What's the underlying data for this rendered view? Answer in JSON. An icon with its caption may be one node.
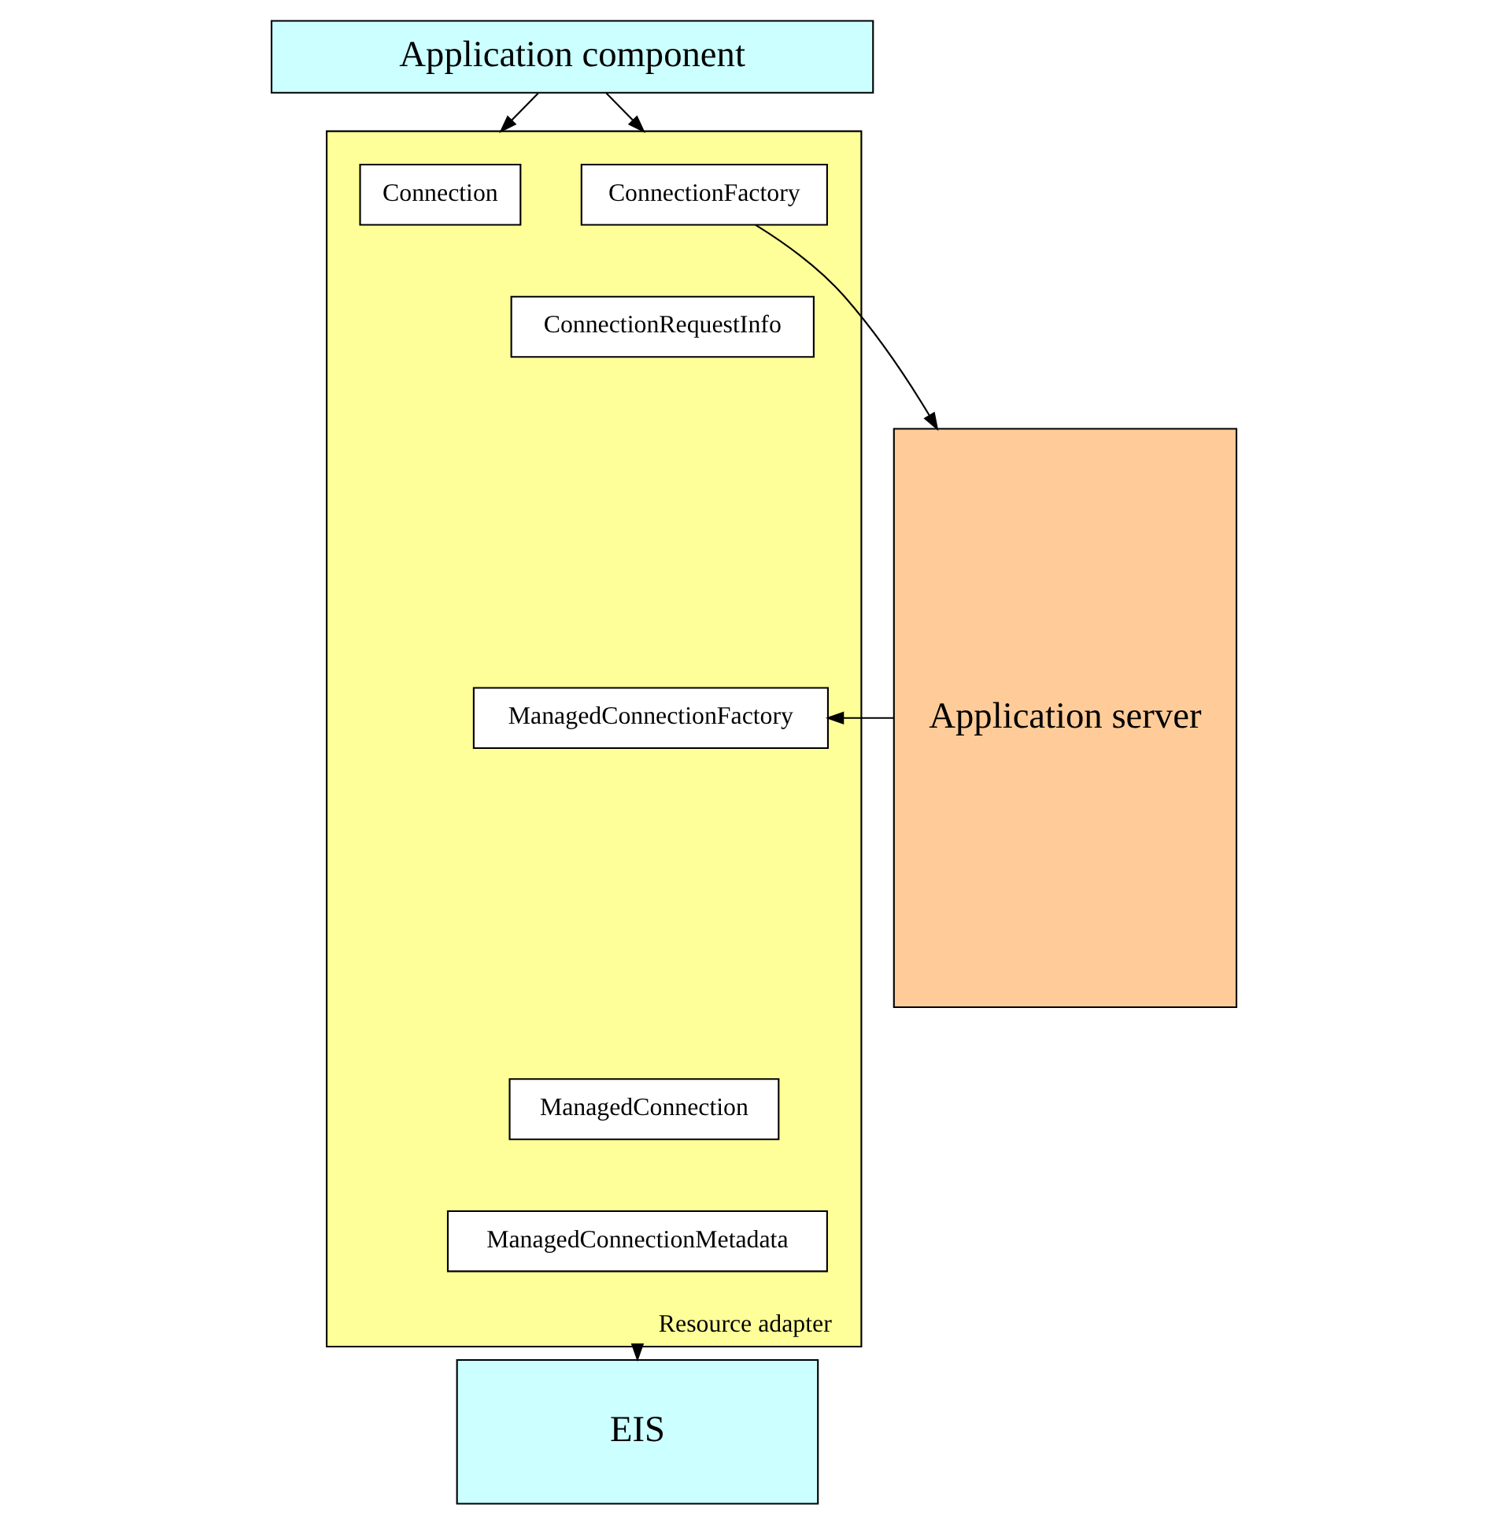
{
  "diagram": {
    "nodes": [
      {
        "text": [
          "Application component"
        ]
      },
      {
        "text": [
          "Resource adapter"
        ]
      },
      {
        "text": [
          "ConnectionFactory"
        ],
        "in": 1
      },
      {
        "text": [
          "Connection"
        ],
        "in": 1
      },
      {
        "text": [
          "ConnectionRequestInfo"
        ],
        "in": 1
      },
      {
        "text": [
          "ManagedConnectionFactory"
        ],
        "in": 1
      },
      {
        "text": [
          "ManagedConnection"
        ],
        "in": 1
      },
      {
        "text": [
          "ManagedConnectionMetadata"
        ],
        "in": 1
      },
      {
        "text": [
          "Application server"
        ]
      },
      {
        "text": [
          "EIS"
        ]
      }
    ],
    "edges": [
      {
        "from": 0,
        "to": 1,
        "arrow": "to"
      },
      {
        "from": 0,
        "to": 1,
        "arrow": "to"
      },
      {
        "from": 2,
        "to": 8,
        "arrow": "to"
      },
      {
        "from": 8,
        "to": 5,
        "arrow": "to"
      },
      {
        "from": 1,
        "to": 9,
        "arrow": "to"
      }
    ]
  }
}
